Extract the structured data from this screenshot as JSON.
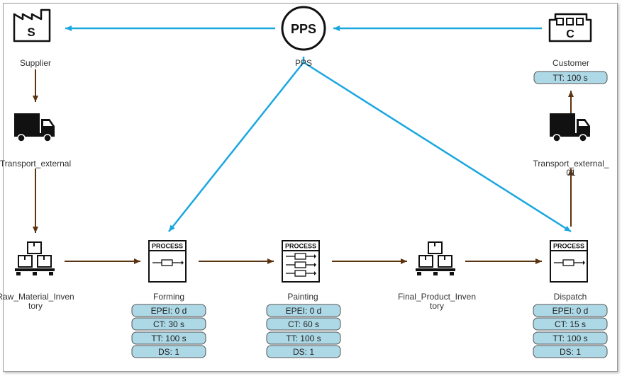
{
  "colors": {
    "info_flow": "#1aa7e0",
    "material_flow": "#5c3310",
    "attr_fill": "#add8e6",
    "attr_stroke": "#555555"
  },
  "nodes": {
    "supplier": {
      "label": "Supplier",
      "icon": "factory-icon",
      "icon_letter": "S"
    },
    "pps": {
      "label": "PPS",
      "icon": "pps-circle-icon",
      "icon_text": "PPS"
    },
    "customer": {
      "label": "Customer",
      "icon": "customer-factory-icon",
      "icon_letter": "C",
      "attrs": [
        "TT: 100 s"
      ]
    },
    "transport_external": {
      "label": "Transport_external",
      "icon": "truck-icon"
    },
    "transport_external_01": {
      "label_line1": "Transport_external_",
      "label_line2": "01",
      "icon": "truck-icon"
    },
    "raw_material_inventory": {
      "label_line1": "Raw_Material_Inven",
      "label_line2": "tory",
      "icon": "inventory-icon"
    },
    "forming": {
      "label": "Forming",
      "icon": "process-icon",
      "icon_title": "PROCESS",
      "attrs": [
        "EPEI: 0 d",
        "CT: 30 s",
        "TT: 100 s",
        "DS: 1"
      ]
    },
    "painting": {
      "label": "Painting",
      "icon": "process-parallel-icon",
      "icon_title": "PROCESS",
      "attrs": [
        "EPEI: 0 d",
        "CT: 60 s",
        "TT: 100 s",
        "DS: 1"
      ]
    },
    "final_product_inventory": {
      "label_line1": "Final_Product_Inven",
      "label_line2": "tory",
      "icon": "inventory-icon"
    },
    "dispatch": {
      "label": "Dispatch",
      "icon": "process-icon",
      "icon_title": "PROCESS",
      "attrs": [
        "EPEI: 0 d",
        "CT: 15 s",
        "TT: 100 s",
        "DS: 1"
      ]
    }
  }
}
